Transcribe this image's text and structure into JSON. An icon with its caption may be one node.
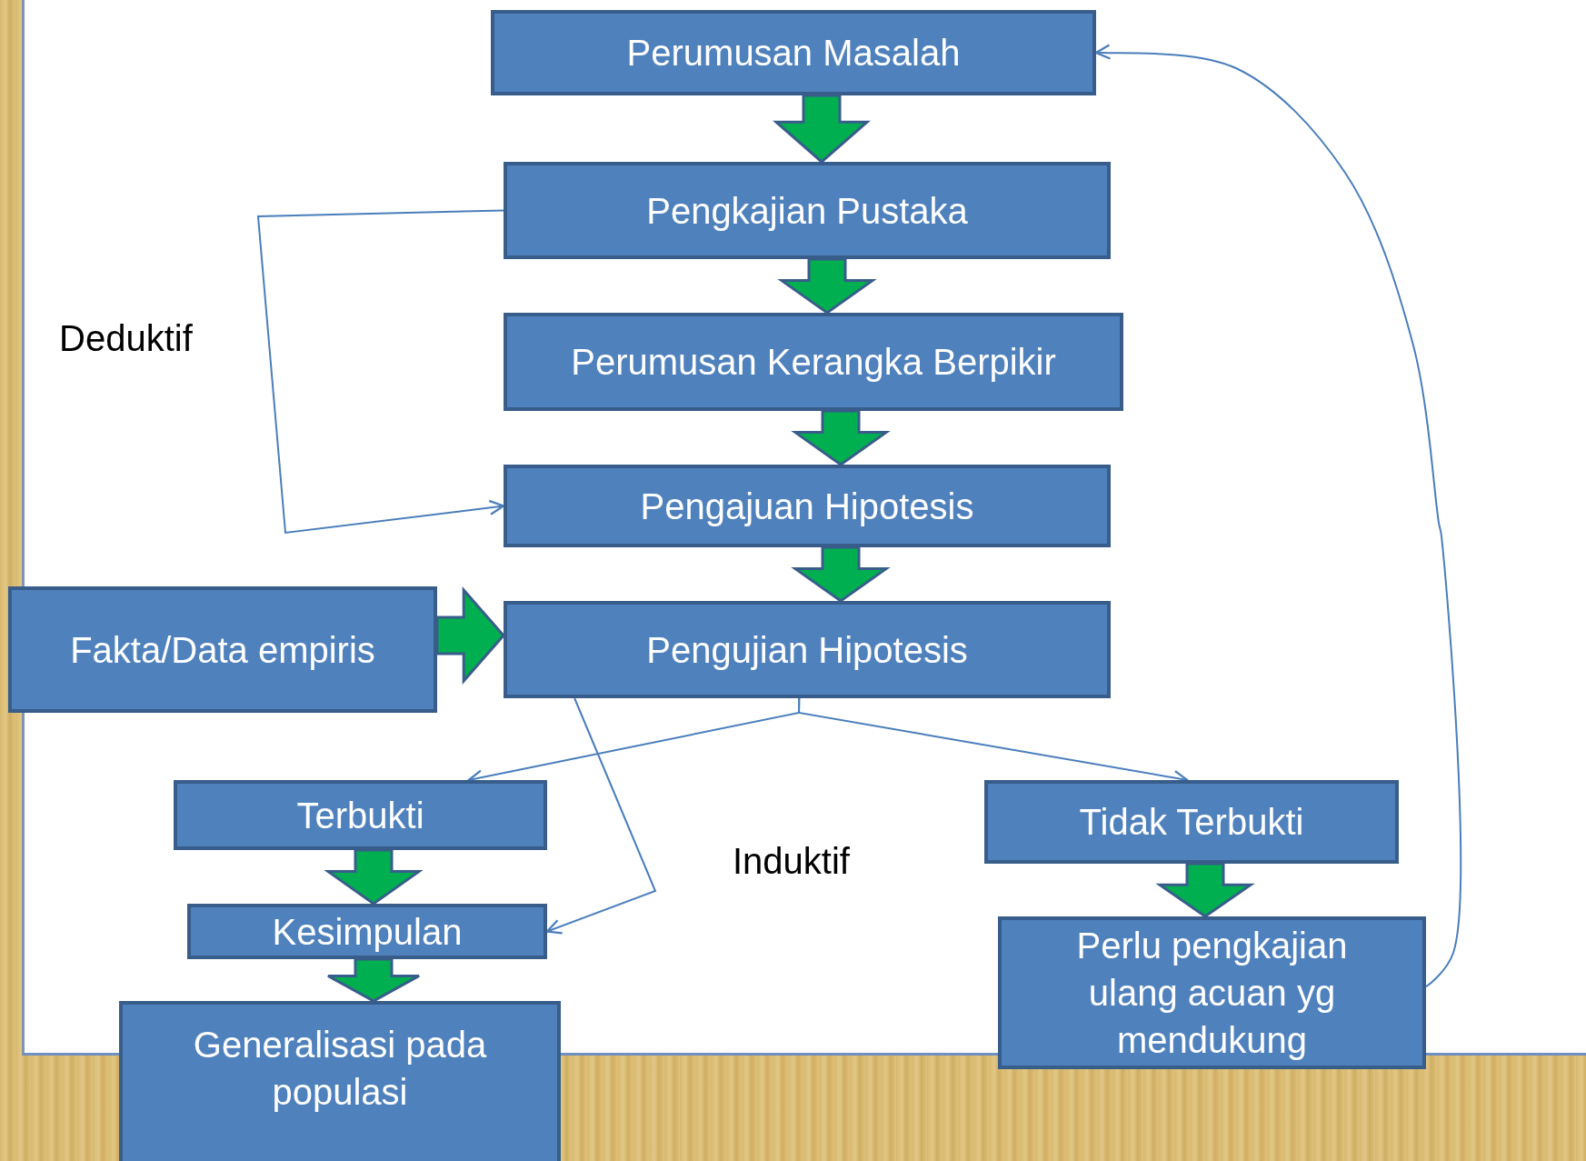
{
  "diagram": {
    "nodes": [
      {
        "text": [
          "Perumusan Masalah"
        ]
      },
      {
        "text": [
          "Pengkajian Pustaka"
        ]
      },
      {
        "text": [
          "Perumusan Kerangka Berpikir"
        ]
      },
      {
        "text": [
          "Pengajuan Hipotesis"
        ]
      },
      {
        "text": [
          "Fakta/Data empiris"
        ]
      },
      {
        "text": [
          "Pengujian Hipotesis"
        ]
      },
      {
        "text": [
          "Terbukti"
        ]
      },
      {
        "text": [
          "Tidak Terbukti"
        ]
      },
      {
        "text": [
          "Kesimpulan"
        ]
      },
      {
        "text": [
          "Generalisasi pada populasi"
        ]
      },
      {
        "text": [
          "Perlu pengkajian ulang acuan yg mendukung"
        ]
      }
    ],
    "edges": [
      {
        "from": 0,
        "to": 1,
        "arrow": "to",
        "style": "thick"
      },
      {
        "from": 1,
        "to": 2,
        "arrow": "to",
        "style": "thick"
      },
      {
        "from": 2,
        "to": 3,
        "arrow": "to",
        "style": "thick"
      },
      {
        "from": 3,
        "to": 5,
        "arrow": "to",
        "style": "thick"
      },
      {
        "from": 4,
        "to": 5,
        "arrow": "to",
        "style": "thick"
      },
      {
        "from": 6,
        "to": 8,
        "arrow": "to",
        "style": "thick"
      },
      {
        "from": 8,
        "to": 9,
        "arrow": "to",
        "style": "thick"
      },
      {
        "from": 7,
        "to": 10,
        "arrow": "to",
        "style": "thick"
      },
      {
        "from": 1,
        "to": 3,
        "arrow": "to",
        "color": "#4a7ebb"
      },
      {
        "from": 5,
        "to": 6,
        "arrow": "to",
        "color": "#4a7ebb"
      },
      {
        "from": 5,
        "to": 7,
        "arrow": "to",
        "color": "#4a7ebb"
      },
      {
        "from": 5,
        "to": 8,
        "arrow": "to",
        "color": "#4a7ebb"
      },
      {
        "from": 10,
        "to": 0,
        "arrow": "to",
        "color": "#4a7ebb"
      }
    ],
    "labels": [
      "Deduktif",
      "Induktif"
    ]
  }
}
